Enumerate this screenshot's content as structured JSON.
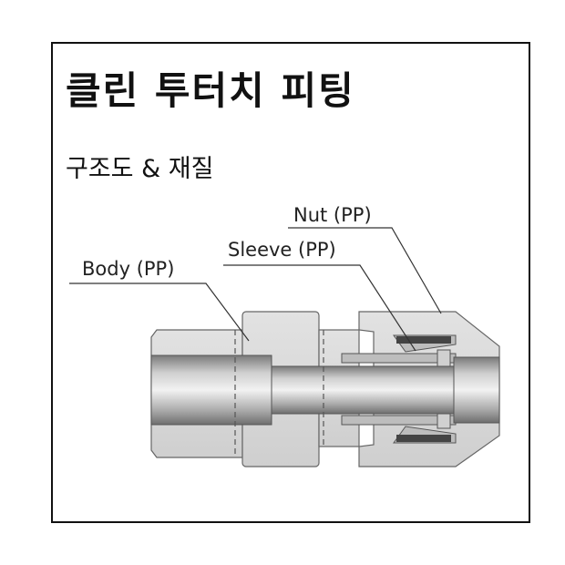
{
  "title": "클린 투터치 피팅",
  "subtitle": "구조도 & 재질",
  "labels": {
    "nut": "Nut (PP)",
    "sleeve": "Sleeve (PP)",
    "body": "Body (PP)"
  }
}
